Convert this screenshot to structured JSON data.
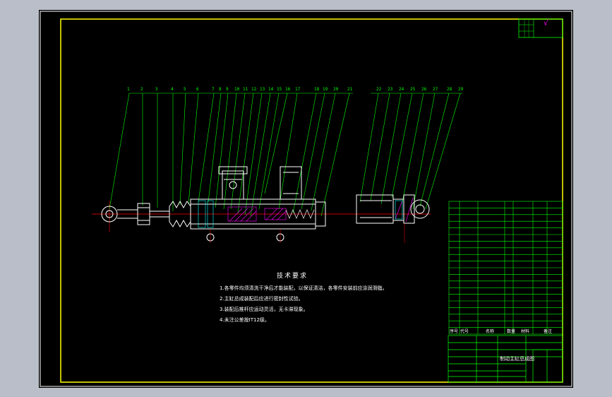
{
  "drawing": {
    "title": "技术要求",
    "notes": [
      "1.各零件均须清洗干净后才能装配，以保证清洁，各零件安装前应涂润滑脂。",
      "2.主缸总成装配后应进行密封性试验。",
      "3.装配后推杆应运动灵活，无卡滞现象。",
      "4.未注公差按IT12级。"
    ],
    "balloons": [
      "1",
      "2",
      "3",
      "4",
      "5",
      "6",
      "7",
      "8",
      "9",
      "10",
      "11",
      "12",
      "13",
      "14",
      "15",
      "16",
      "17",
      "18",
      "19",
      "20",
      "21",
      "22",
      "23",
      "24",
      "25",
      "26",
      "27",
      "28",
      "29"
    ],
    "title_block": {
      "name": "制动主缸总成图",
      "bom_header": [
        "序号",
        "代号",
        "名称",
        "数量",
        "材料",
        "备注"
      ]
    },
    "corner_mark": "√"
  },
  "colors": {
    "background": "#000000",
    "border": "#ffff00",
    "leader": "#00ff00",
    "outline": "#ffffff",
    "centerline": "#ff0000",
    "section": "#ff00ff",
    "table": "#00ff00"
  }
}
